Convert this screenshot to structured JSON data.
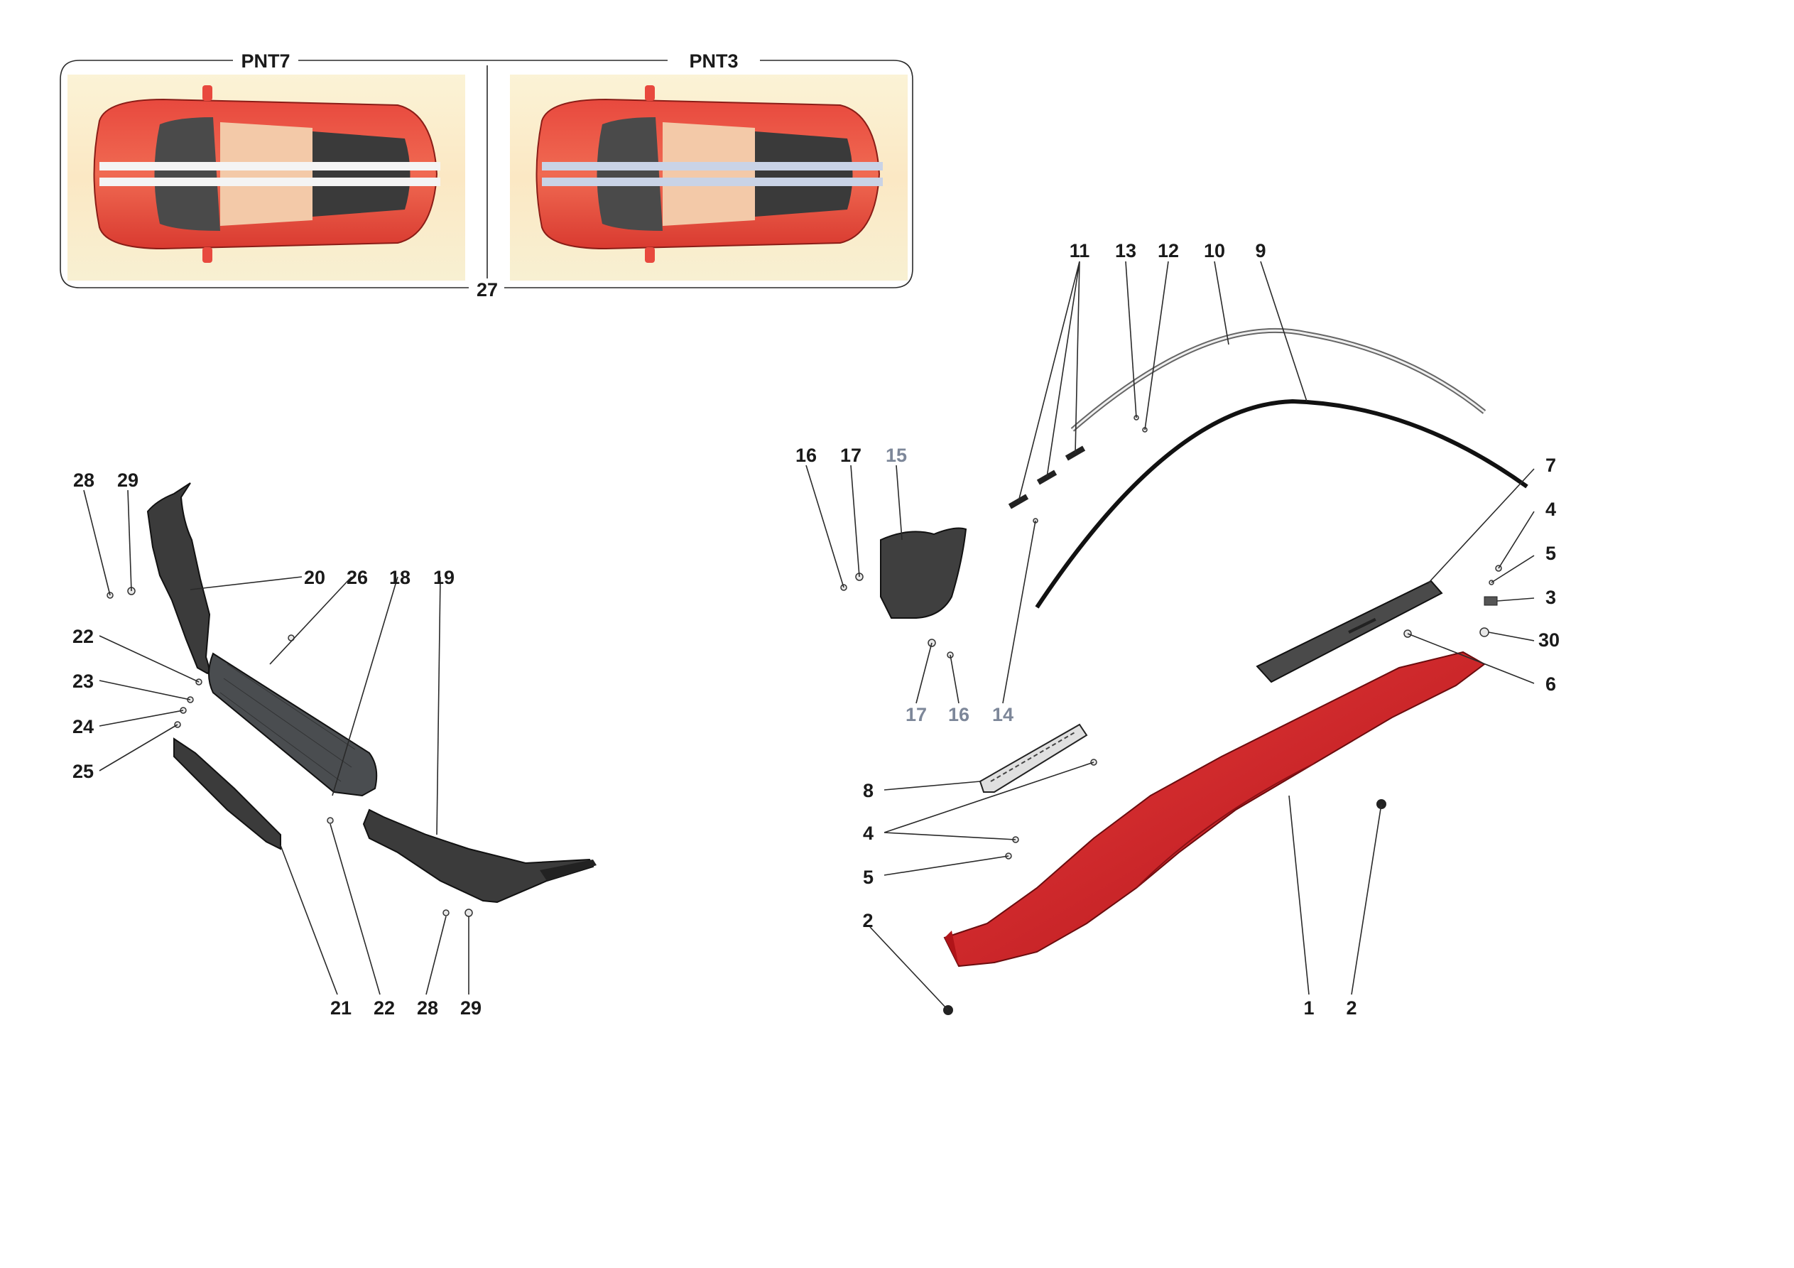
{
  "panel": {
    "left_label": "PNT7",
    "right_label": "PNT3",
    "bottom_label": "27"
  },
  "callouts": [
    {
      "id": "c-11",
      "text": "11"
    },
    {
      "id": "c-13",
      "text": "13"
    },
    {
      "id": "c-12",
      "text": "12"
    },
    {
      "id": "c-10",
      "text": "10"
    },
    {
      "id": "c-9",
      "text": "9"
    },
    {
      "id": "c-16a",
      "text": "16"
    },
    {
      "id": "c-17a",
      "text": "17"
    },
    {
      "id": "c-15",
      "text": "15"
    },
    {
      "id": "c-7",
      "text": "7"
    },
    {
      "id": "c-4a",
      "text": "4"
    },
    {
      "id": "c-5a",
      "text": "5"
    },
    {
      "id": "c-3",
      "text": "3"
    },
    {
      "id": "c-30",
      "text": "30"
    },
    {
      "id": "c-6",
      "text": "6"
    },
    {
      "id": "c-17b",
      "text": "17"
    },
    {
      "id": "c-16b",
      "text": "16"
    },
    {
      "id": "c-14",
      "text": "14"
    },
    {
      "id": "c-8",
      "text": "8"
    },
    {
      "id": "c-4b",
      "text": "4"
    },
    {
      "id": "c-5b",
      "text": "5"
    },
    {
      "id": "c-2a",
      "text": "2"
    },
    {
      "id": "c-1",
      "text": "1"
    },
    {
      "id": "c-2b",
      "text": "2"
    },
    {
      "id": "c-28a",
      "text": "28"
    },
    {
      "id": "c-29a",
      "text": "29"
    },
    {
      "id": "c-20",
      "text": "20"
    },
    {
      "id": "c-26",
      "text": "26"
    },
    {
      "id": "c-18",
      "text": "18"
    },
    {
      "id": "c-19",
      "text": "19"
    },
    {
      "id": "c-22a",
      "text": "22"
    },
    {
      "id": "c-23",
      "text": "23"
    },
    {
      "id": "c-24",
      "text": "24"
    },
    {
      "id": "c-25",
      "text": "25"
    },
    {
      "id": "c-21",
      "text": "21"
    },
    {
      "id": "c-22b",
      "text": "22"
    },
    {
      "id": "c-28b",
      "text": "28"
    },
    {
      "id": "c-29b",
      "text": "29"
    }
  ],
  "colors": {
    "red_part": "#d8262a",
    "black_part": "#3b3b3b",
    "grey_callout": "#7d8799",
    "stripe_pnt7": "#f4f4f4",
    "stripe_pnt3": "#c9d3e6"
  }
}
